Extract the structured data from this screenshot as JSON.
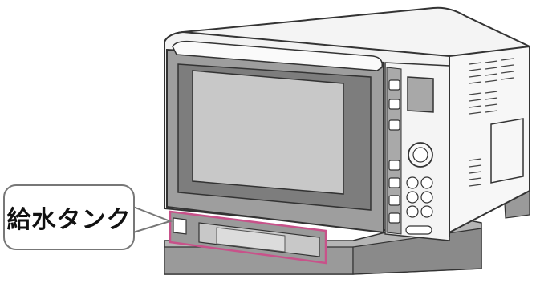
{
  "callout": {
    "label": "給水タンク"
  },
  "colors": {
    "body_outline": "#333333",
    "panel_gray": "#9e9e9e",
    "window_gray": "#c8c8c8",
    "tank_highlight": "#c8528a",
    "base_gray": "#8a8a8a"
  },
  "icons": [
    "microwave-oven",
    "water-tank",
    "dial-knob"
  ]
}
